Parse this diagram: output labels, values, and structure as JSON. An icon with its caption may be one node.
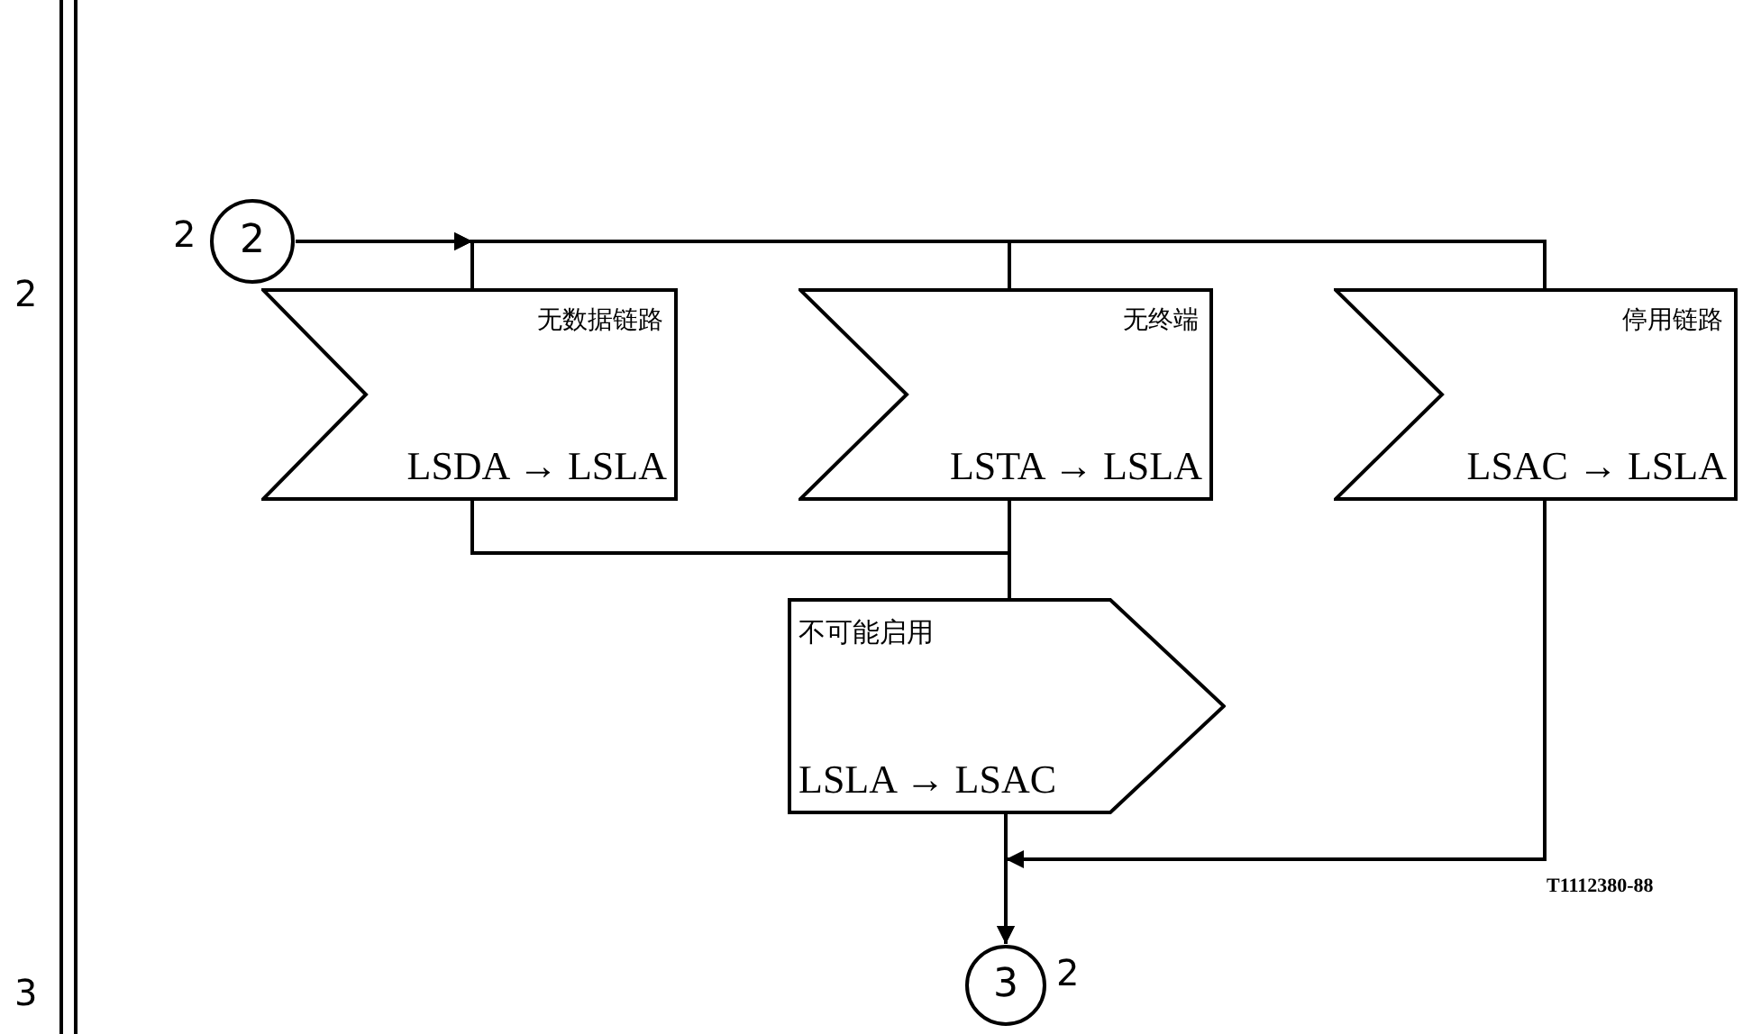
{
  "diagram": {
    "nodes": [
      {
        "text": [
          "2"
        ],
        "beside": [
          "2"
        ]
      },
      {
        "text": [
          "无数据链路",
          "LSDA → LSLA"
        ]
      },
      {
        "text": [
          "无终端",
          "LSTA → LSLA"
        ]
      },
      {
        "text": [
          "停用链路",
          "LSAC → LSLA"
        ]
      },
      {
        "text": [
          "不可能启用",
          "LSLA → LSAC"
        ]
      },
      {
        "text": [
          "3"
        ],
        "beside": [
          "2"
        ]
      }
    ],
    "edges": [
      {
        "from": 0,
        "to": 1,
        "arrow": "to"
      },
      {
        "from": 0,
        "to": 2,
        "arrow": "to"
      },
      {
        "from": 0,
        "to": 3,
        "arrow": "to"
      },
      {
        "from": 1,
        "to": 4,
        "arrow": "none"
      },
      {
        "from": 2,
        "to": 4,
        "arrow": "none"
      },
      {
        "from": 3,
        "to": 5,
        "arrow": "to"
      },
      {
        "from": 4,
        "to": 5,
        "arrow": "to"
      }
    ],
    "labels": [
      "2",
      "3",
      "T1112380-88"
    ]
  }
}
